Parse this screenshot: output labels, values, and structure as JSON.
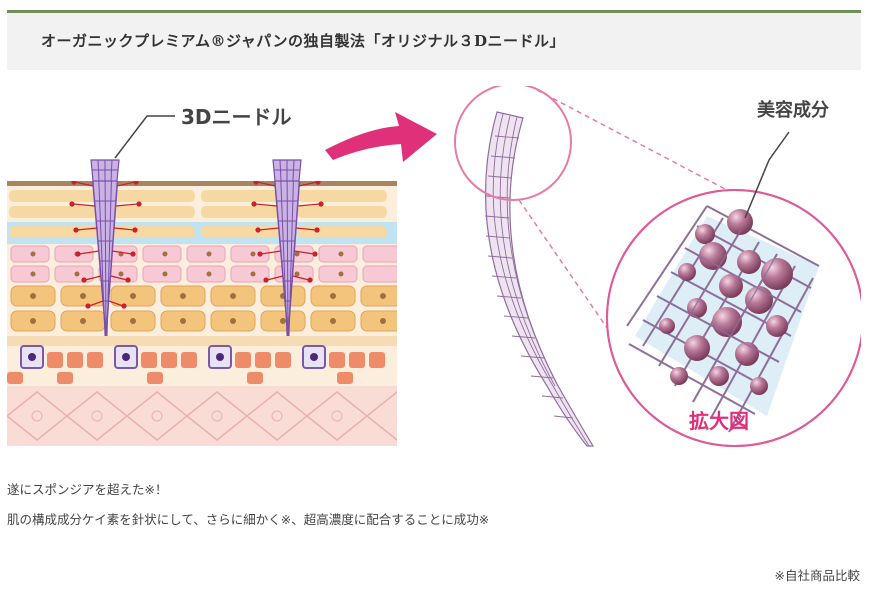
{
  "heading": {
    "title": "オーガニックプレミアム®ジャパンの独自製法「オリジナル３Dニードル」"
  },
  "illustration": {
    "needle_label": "3Dニードル",
    "ingredient_label": "美容成分",
    "zoom_label": "拡大図",
    "colors": {
      "pink_accent": "#e0307a",
      "needle_purple": "#8a5aa8",
      "skin_yellow": "#f6d9a2",
      "skin_orange": "#f3c57c",
      "skin_pink": "#f7c9d4",
      "skin_blue": "#bfe3f2",
      "dermis_pink": "#f9dcd6",
      "mesh_purple": "#8e6f9c",
      "sphere_purple": "#a0607c"
    }
  },
  "text": {
    "line1": "遂にスポンジアを超えた※！",
    "line2": "肌の構成成分ケイ素を針状にして、さらに細かく※、超高濃度に配合することに成功※",
    "note": "※自社商品比較"
  }
}
